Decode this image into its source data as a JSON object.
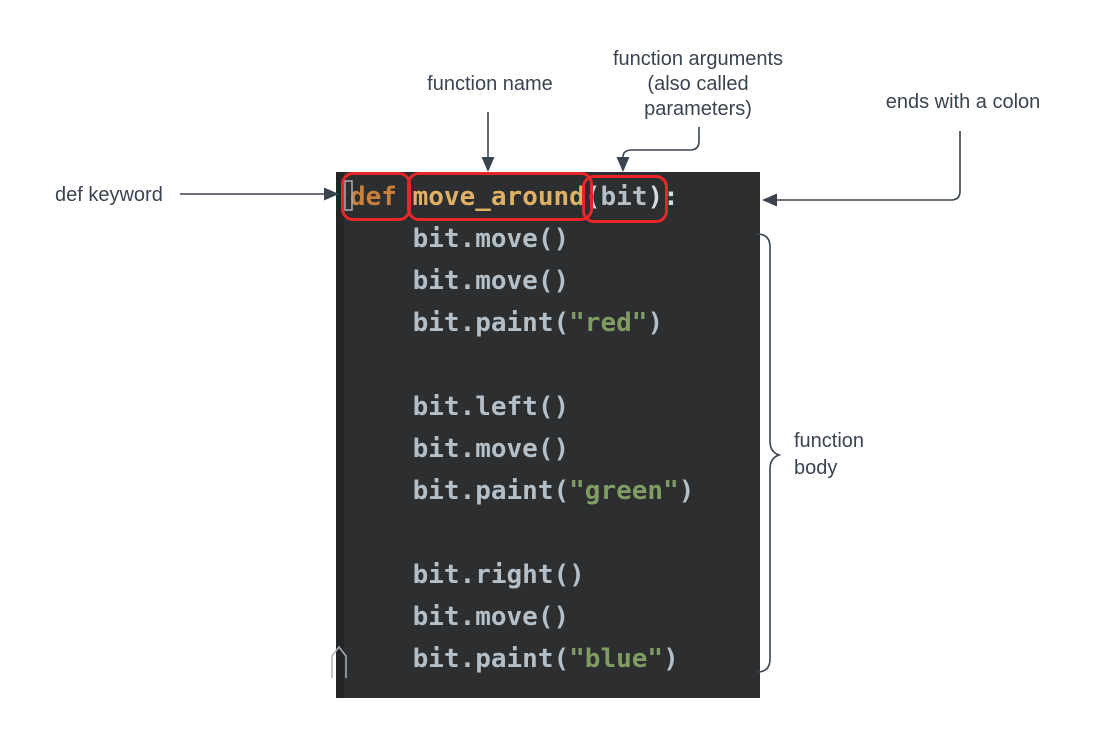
{
  "colors": {
    "annotation": "#3a4451",
    "highlight": "#e8262a",
    "code-bg": "#2c2e2f",
    "gutter-bg": "#232527",
    "keyword": "#c9803d",
    "function-name": "#e0b165",
    "code-text": "#b4bfc7",
    "punct": "#d3dbe1",
    "string": "#7f9d62",
    "artifact": "#a9b0b6"
  },
  "annotations": {
    "function_name": "function name",
    "function_arguments_lines": [
      "function arguments",
      "(also called",
      "parameters)"
    ],
    "ends_with_colon": "ends with a colon",
    "def_keyword": "def keyword",
    "function_body_lines": [
      "function",
      "body"
    ]
  },
  "code": {
    "lines": [
      [
        {
          "type": "keyword",
          "text": "def "
        },
        {
          "type": "name",
          "text": "move_around"
        },
        {
          "type": "bright",
          "text": "("
        },
        {
          "type": "plain",
          "text": "bit"
        },
        {
          "type": "bright",
          "text": "):"
        }
      ],
      [
        {
          "type": "plain",
          "text": "    bit.move()"
        }
      ],
      [
        {
          "type": "plain",
          "text": "    bit.move()"
        }
      ],
      [
        {
          "type": "plain",
          "text": "    bit.paint("
        },
        {
          "type": "string",
          "text": "\"red\""
        },
        {
          "type": "plain",
          "text": ")"
        }
      ],
      [],
      [
        {
          "type": "plain",
          "text": "    bit.left()"
        }
      ],
      [
        {
          "type": "plain",
          "text": "    bit.move()"
        }
      ],
      [
        {
          "type": "plain",
          "text": "    bit.paint("
        },
        {
          "type": "string",
          "text": "\"green\""
        },
        {
          "type": "plain",
          "text": ")"
        }
      ],
      [],
      [
        {
          "type": "plain",
          "text": "    bit.right()"
        }
      ],
      [
        {
          "type": "plain",
          "text": "    bit.move()"
        }
      ],
      [
        {
          "type": "plain",
          "text": "    bit.paint("
        },
        {
          "type": "string",
          "text": "\"blue\""
        },
        {
          "type": "plain",
          "text": ")"
        }
      ]
    ]
  }
}
